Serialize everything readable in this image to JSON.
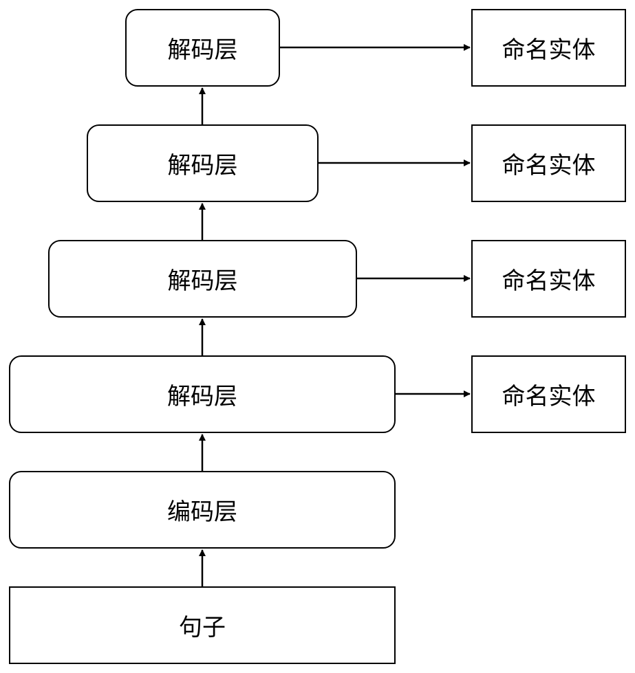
{
  "diagram": {
    "input": {
      "label": "句子"
    },
    "encoder": {
      "label": "编码层"
    },
    "decoders": [
      {
        "label": "解码层"
      },
      {
        "label": "解码层"
      },
      {
        "label": "解码层"
      },
      {
        "label": "解码层"
      }
    ],
    "outputs": [
      {
        "label": "命名实体"
      },
      {
        "label": "命名实体"
      },
      {
        "label": "命名实体"
      },
      {
        "label": "命名实体"
      }
    ],
    "colors": {
      "stroke": "#000000",
      "background": "#ffffff"
    }
  }
}
